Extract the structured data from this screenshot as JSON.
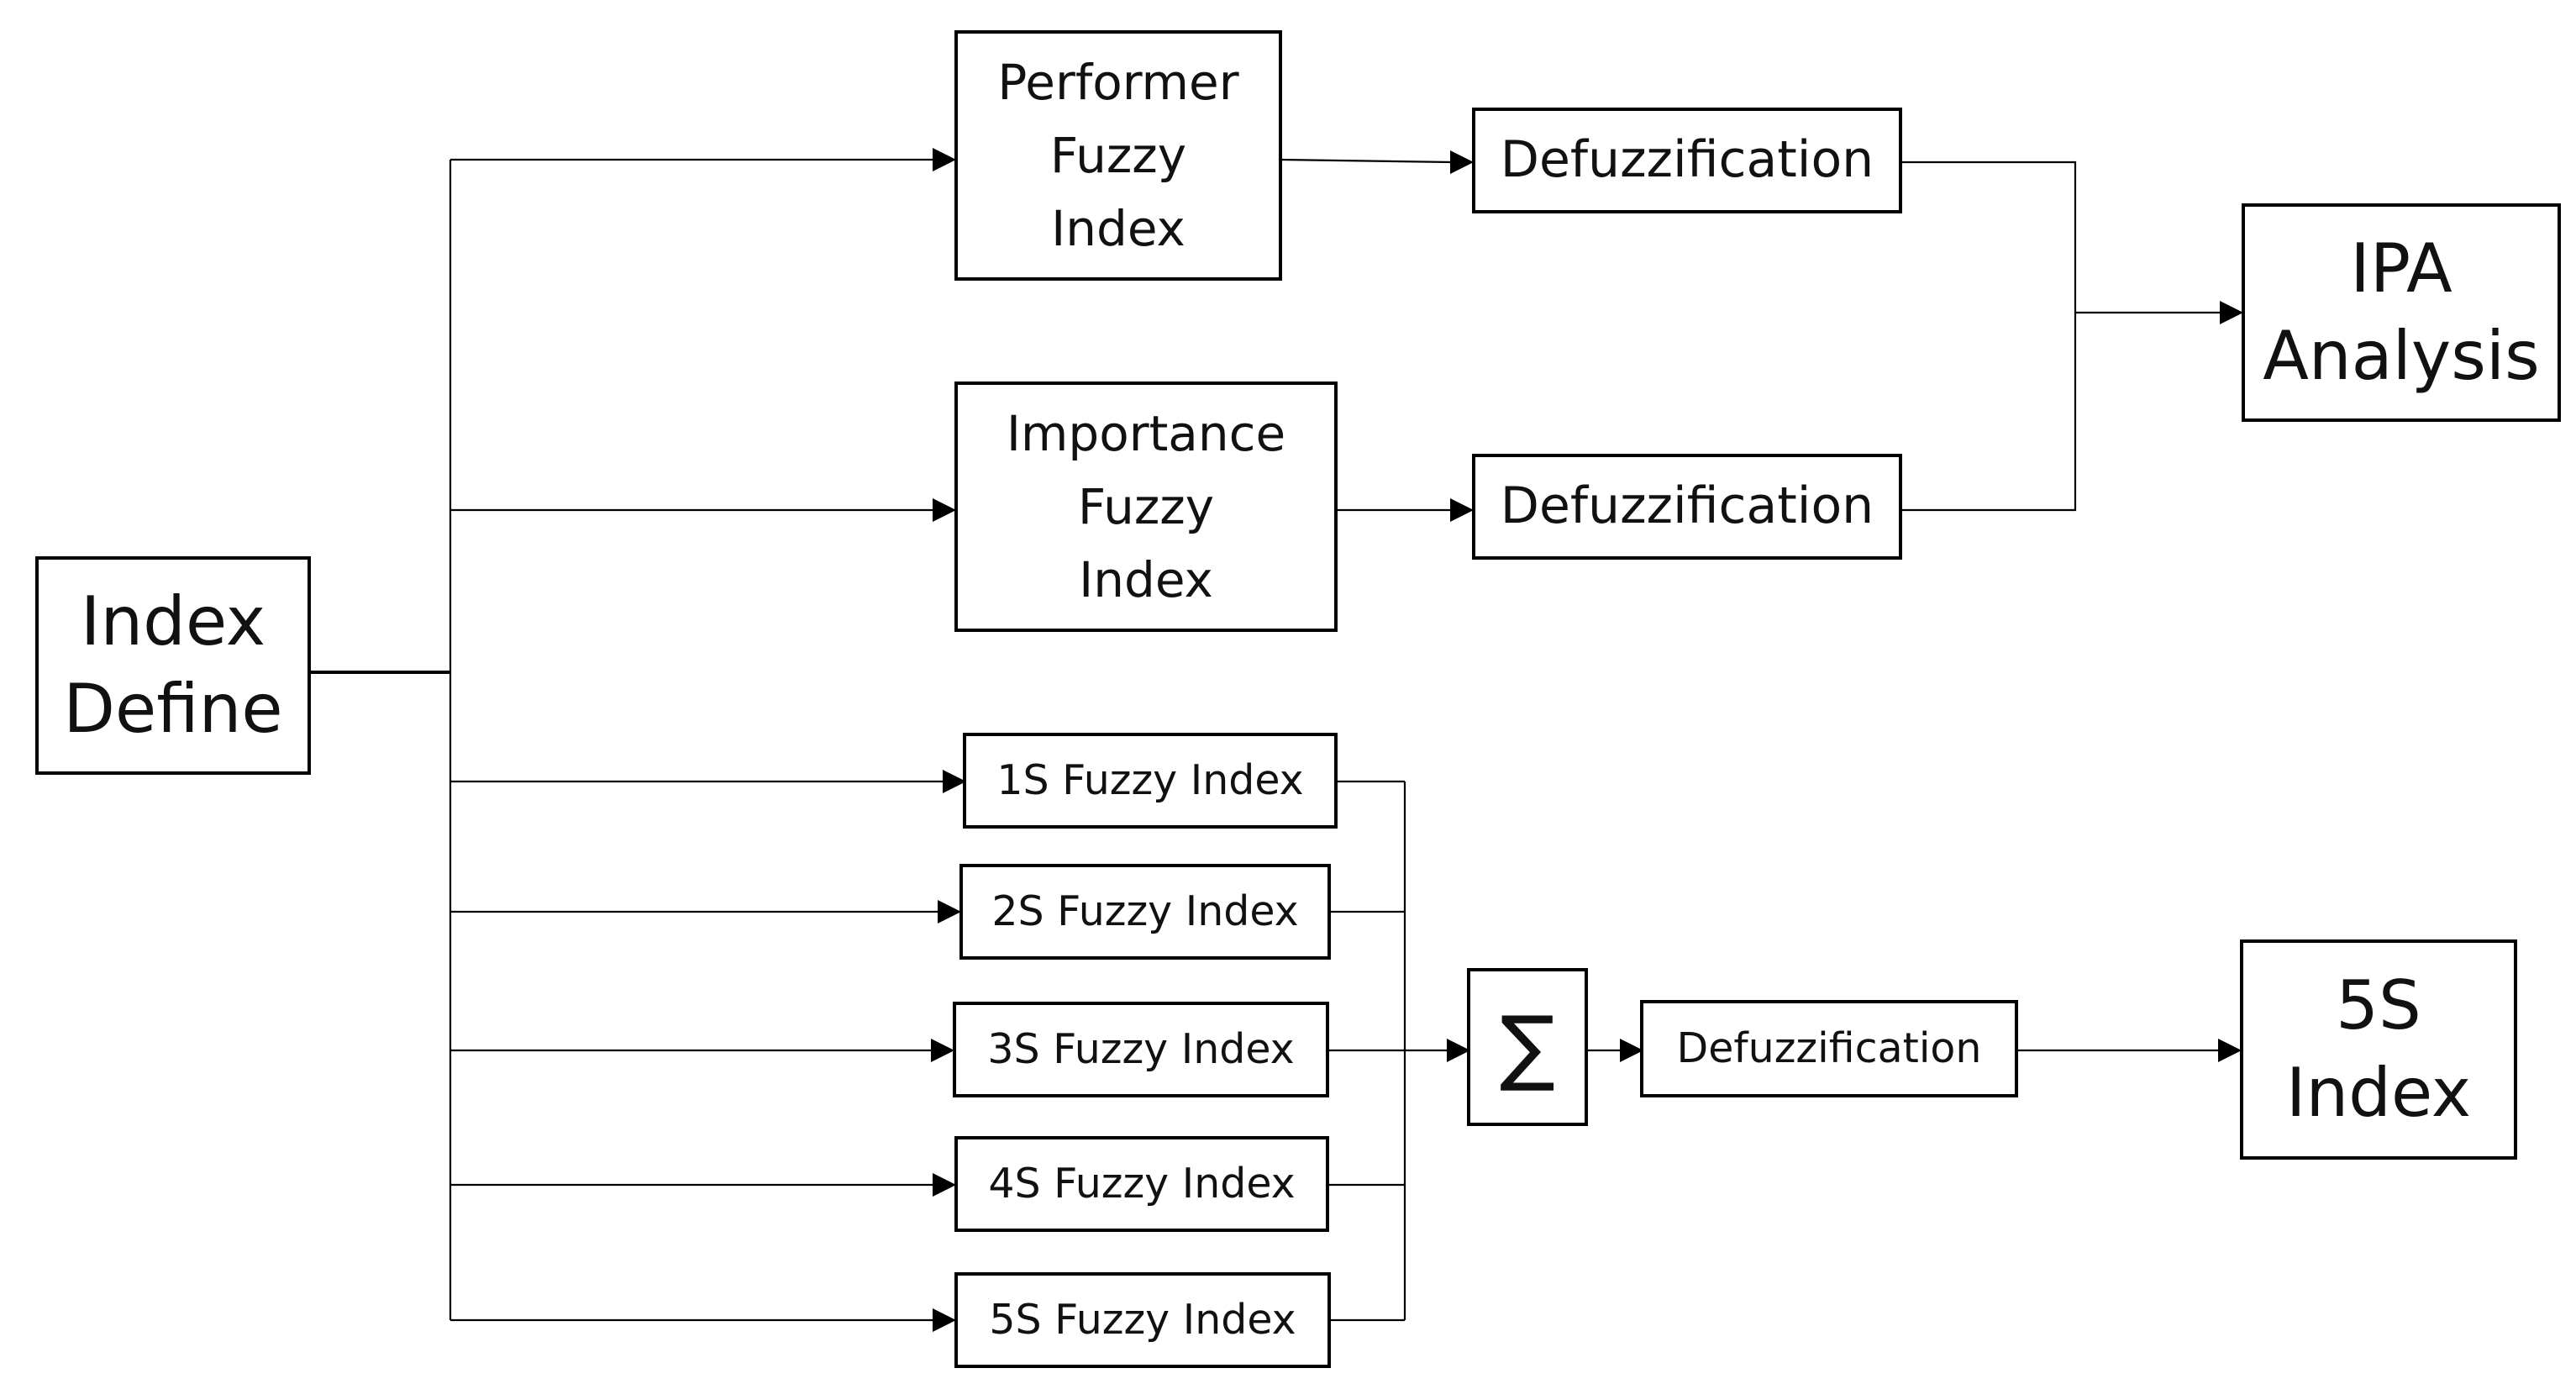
{
  "diagram": {
    "nodes": {
      "index_define": "Index\nDefine",
      "performer_fuzzy_index": "Performer\nFuzzy\nIndex",
      "importance_fuzzy_index": "Importance\nFuzzy\nIndex",
      "defuzzification_performer": "Defuzzification",
      "defuzzification_importance": "Defuzzification",
      "ipa_analysis": "IPA\nAnalysis",
      "fuzzy_index_1s": "1S Fuzzy Index",
      "fuzzy_index_2s": "2S Fuzzy Index",
      "fuzzy_index_3s": "3S Fuzzy Index",
      "fuzzy_index_4s": "4S Fuzzy Index",
      "fuzzy_index_5s": "5S Fuzzy Index",
      "sum": "∑",
      "defuzzification_sum": "Defuzzification",
      "index_5s": "5S\nIndex"
    },
    "edges": [
      [
        "index_define",
        "performer_fuzzy_index"
      ],
      [
        "index_define",
        "importance_fuzzy_index"
      ],
      [
        "index_define",
        "fuzzy_index_1s"
      ],
      [
        "index_define",
        "fuzzy_index_2s"
      ],
      [
        "index_define",
        "fuzzy_index_3s"
      ],
      [
        "index_define",
        "fuzzy_index_4s"
      ],
      [
        "index_define",
        "fuzzy_index_5s"
      ],
      [
        "performer_fuzzy_index",
        "defuzzification_performer"
      ],
      [
        "importance_fuzzy_index",
        "defuzzification_importance"
      ],
      [
        "defuzzification_performer",
        "ipa_analysis"
      ],
      [
        "defuzzification_importance",
        "ipa_analysis"
      ],
      [
        "fuzzy_index_1s",
        "sum"
      ],
      [
        "fuzzy_index_2s",
        "sum"
      ],
      [
        "fuzzy_index_3s",
        "sum"
      ],
      [
        "fuzzy_index_4s",
        "sum"
      ],
      [
        "fuzzy_index_5s",
        "sum"
      ],
      [
        "sum",
        "defuzzification_sum"
      ],
      [
        "defuzzification_sum",
        "index_5s"
      ]
    ]
  }
}
